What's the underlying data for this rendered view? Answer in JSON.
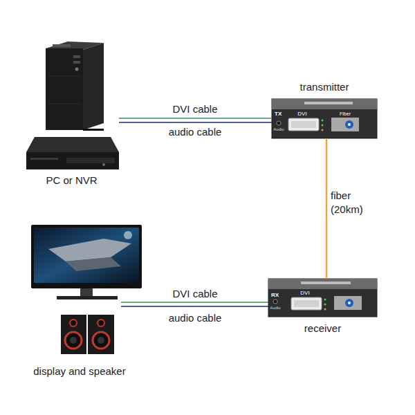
{
  "diagram": {
    "nodes": [
      {
        "text": [
          "PC or NVR"
        ]
      },
      {
        "text": [
          "transmitter",
          "TX",
          "Audio",
          "DVI",
          "Fiber"
        ]
      },
      {
        "text": [
          "receiver",
          "RX",
          "Audio",
          "DVI"
        ]
      },
      {
        "text": [
          "display and speaker"
        ]
      }
    ],
    "edges": [
      {
        "from": 0,
        "to": 1,
        "arrow": "none",
        "label": "DVI cable"
      },
      {
        "from": 0,
        "to": 1,
        "arrow": "none",
        "label": "audio cable"
      },
      {
        "from": 1,
        "to": 2,
        "arrow": "none",
        "label": "fiber (20km)"
      },
      {
        "from": 2,
        "to": 3,
        "arrow": "none",
        "label": "DVI cable"
      },
      {
        "from": 2,
        "to": 3,
        "arrow": "none",
        "label": "audio cable"
      }
    ]
  }
}
